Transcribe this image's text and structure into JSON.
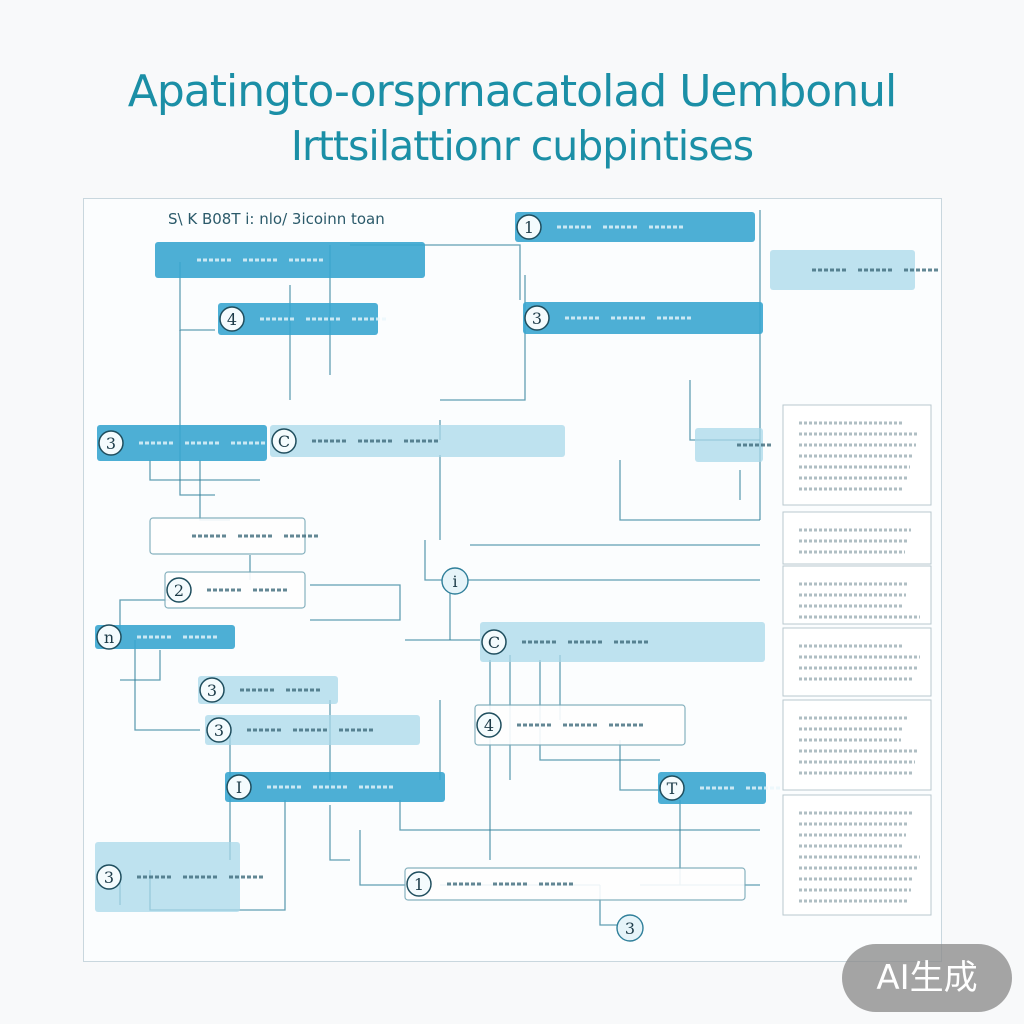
{
  "title": {
    "line1": "Apatingto-orsprnacatolad Uembonul",
    "line2": "Irttsilattionr cubpintises"
  },
  "diagram": {
    "header_text": "S\\ K B08T i: nlo/ 3icoinn toan",
    "accent_color": "#3aa6d0",
    "light_color": "#a9d8ea",
    "line_color": "#2f7f9a",
    "nodes": [
      {
        "id": "n1",
        "label": ""
      },
      {
        "id": "n2",
        "label": "",
        "badge": "4"
      },
      {
        "id": "n3",
        "label": "",
        "badge": "1"
      },
      {
        "id": "n4",
        "label": "",
        "badge": "3"
      },
      {
        "id": "n5",
        "label": ""
      },
      {
        "id": "n6",
        "label": "",
        "badge": "3"
      },
      {
        "id": "n7",
        "label": "",
        "badge": "C"
      },
      {
        "id": "n8",
        "label": ""
      },
      {
        "id": "n9",
        "label": "",
        "badge": "2"
      },
      {
        "id": "n10",
        "label": "",
        "badge": "i"
      },
      {
        "id": "n11",
        "label": ""
      },
      {
        "id": "n12",
        "label": "",
        "badge": "n"
      },
      {
        "id": "n13",
        "label": "",
        "badge": "3"
      },
      {
        "id": "n14",
        "label": "",
        "badge": "C"
      },
      {
        "id": "n15",
        "label": "",
        "badge": "4"
      },
      {
        "id": "n16",
        "label": "",
        "badge": "3"
      },
      {
        "id": "n17",
        "label": "",
        "badge": "I"
      },
      {
        "id": "n18",
        "label": "",
        "badge": "T"
      },
      {
        "id": "n19",
        "label": "",
        "badge": "3"
      },
      {
        "id": "n20",
        "label": "",
        "badge": "1"
      },
      {
        "id": "n21",
        "label": "",
        "badge": "3"
      }
    ],
    "side_panels": 6
  },
  "watermark": "AI生成"
}
